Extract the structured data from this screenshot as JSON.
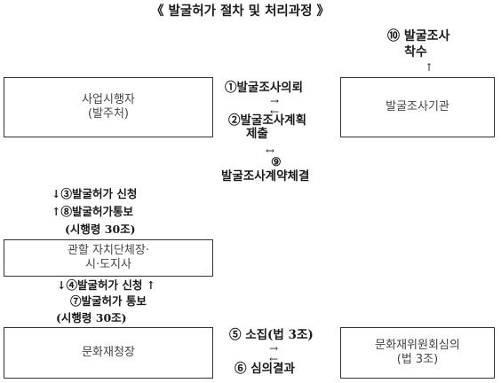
{
  "title": "《 발굴허가 절차 및 처리과정 》",
  "boxes": {
    "developer": {
      "line1": "사업시행자",
      "line2": "(발주처)"
    },
    "excavation_agency": {
      "line1": "발굴조사기관"
    },
    "local_government": {
      "line1": "관할 자치단체장·",
      "line2": "시·도지사"
    },
    "cultural_heritage_admin": {
      "line1": "문화재청장"
    },
    "committee": {
      "line1": "문화재위원회심의",
      "line2": "(법 3조)"
    }
  },
  "steps": {
    "s1": "①발굴조사의뢰",
    "s2_line1": "②발굴조사계획",
    "s2_line2": "제출",
    "s9_num": "⑨",
    "s9_label": "발굴조사계약체결",
    "s10_line1": "⑩ 발굴조사",
    "s10_line2": "착수",
    "s3": "↓③발굴허가 신청",
    "s8": "↑⑧발굴허가통보",
    "law30_a": "(시행령 30조)",
    "s4": "↓④발굴허가 신청 ↑",
    "s7": "⑦발굴허가 통보",
    "law30_b": "(시행령 30조)",
    "s5": "⑤ 소집(법 3조)",
    "s6": "⑥ 심의결과"
  },
  "arrows": {
    "right": "→",
    "left": "←",
    "both": "↔",
    "up": "↑"
  }
}
